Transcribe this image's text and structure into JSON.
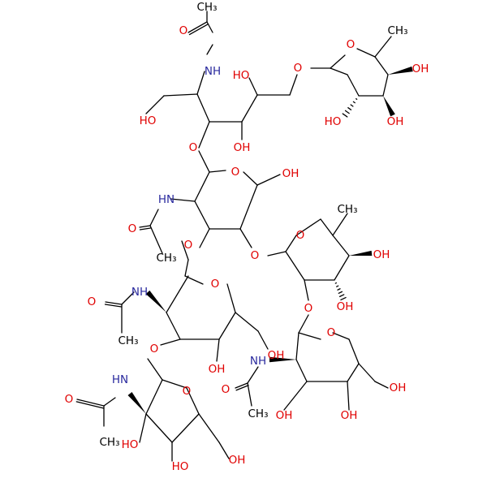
{
  "diagram": {
    "type": "skeletal structural formula",
    "atom_colors": {
      "oxygen": "#e00000",
      "nitrogen": "#2a2a9e",
      "carbon": "#000000"
    },
    "labels": {
      "methyl": "CH₃",
      "hydroxyl": "OH",
      "hydroxyl_left": "HO",
      "nh": "NH",
      "hn": "HN",
      "oxygen": "O"
    }
  }
}
